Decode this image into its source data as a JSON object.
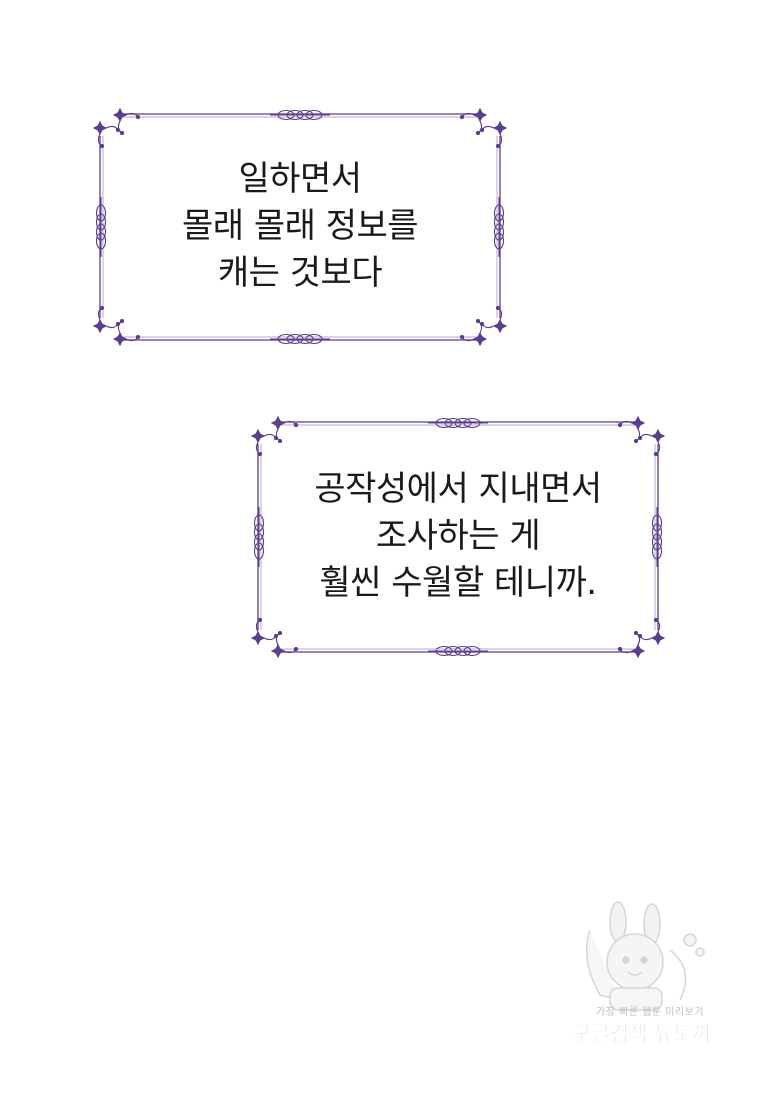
{
  "colors": {
    "frame": "#5b3f8c",
    "frame_light": "#9a86c0",
    "text": "#1a1a1a",
    "watermark": "#9a9a9a"
  },
  "captions": [
    {
      "lines": [
        "일하면서",
        "몰래 몰래 정보를",
        "캐는 것보다"
      ]
    },
    {
      "lines": [
        "공작성에서 지내면서",
        "조사하는 게",
        "훨씬 수월할 테니까."
      ]
    }
  ],
  "watermark": {
    "small_text": "가장 빠른 웹툰 미리보기",
    "big_text": "구글검색 뉴토끼",
    "icon": "bunny-mascot-icon"
  }
}
